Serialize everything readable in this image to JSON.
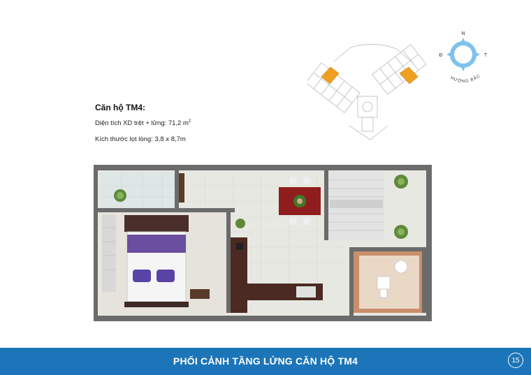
{
  "apartment": {
    "title": "Căn hộ TM4:",
    "area_label": "Diện tích XD trệt + lửng: 71,2 m",
    "area_unit_sup": "2",
    "dimension_label": "Kích thước lọt lòng: 3,8 x 8,7m"
  },
  "compass": {
    "north": "N",
    "west": "Đ",
    "east": "T",
    "caption": "HƯỚNG BẮC"
  },
  "footer": {
    "title": "PHỐI CẢNH TẦNG LỬNG CĂN HỘ TM4",
    "page_number": "15"
  },
  "colors": {
    "footer_bg": "#1c75b8",
    "highlight_unit": "#f0a020",
    "wall": "#6b6b6b",
    "compass_ring": "#7ec2ee"
  },
  "icons": [
    "compass-icon",
    "key-plan",
    "floor-plan-render"
  ]
}
